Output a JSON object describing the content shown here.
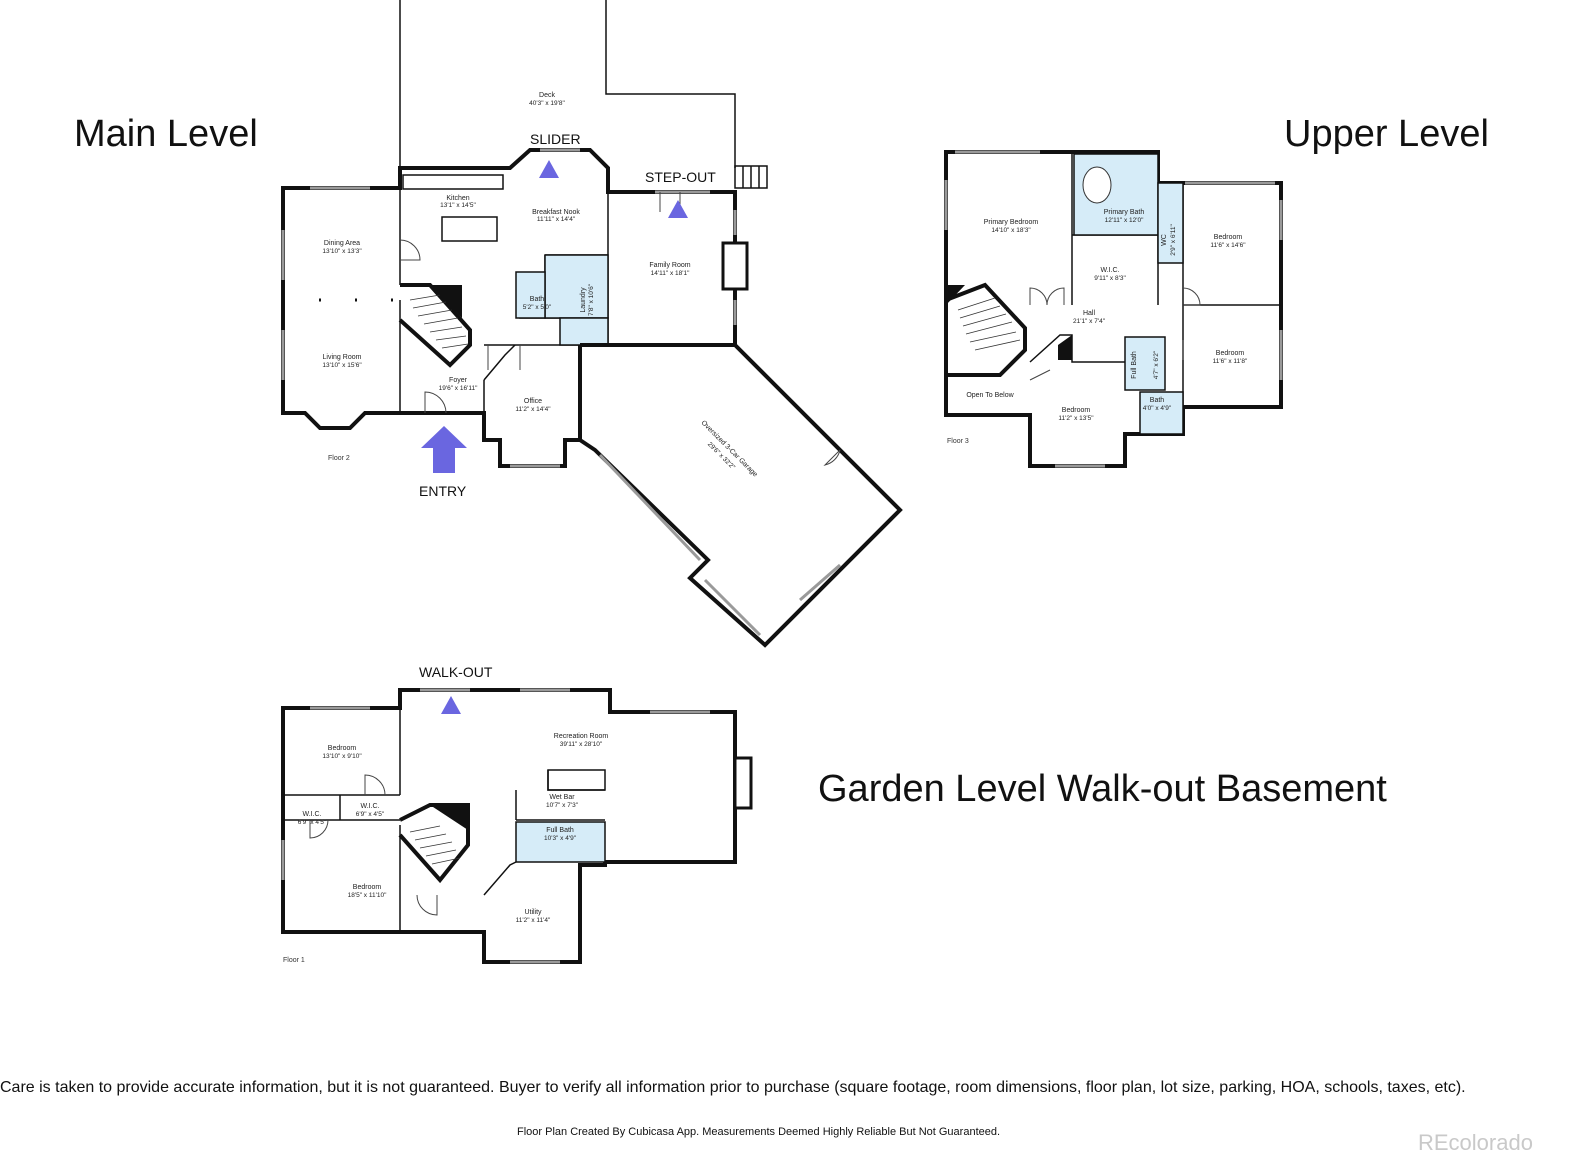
{
  "levels": {
    "main": "Main Level",
    "upper": "Upper Level",
    "garden": "Garden Level Walk-out Basement"
  },
  "markers": {
    "slider": "SLIDER",
    "step_out": "STEP-OUT",
    "entry": "ENTRY",
    "walk_out": "WALK-OUT"
  },
  "floor_labels": {
    "main": "Floor 2",
    "upper": "Floor 3",
    "garden": "Floor 1"
  },
  "rooms": {
    "main": {
      "deck": {
        "name": "Deck",
        "dim": "40'3\" x 19'8\""
      },
      "kitchen": {
        "name": "Kitchen",
        "dim": "13'1\" x 14'5\""
      },
      "breakfast_nook": {
        "name": "Breakfast Nook",
        "dim": "11'11\" x 14'4\""
      },
      "dining_area": {
        "name": "Dining Area",
        "dim": "13'10\" x 13'3\""
      },
      "family_room": {
        "name": "Family Room",
        "dim": "14'11\" x 18'1\""
      },
      "laundry": {
        "name": "Laundry",
        "dim": "7'8\" x 10'6\""
      },
      "bath": {
        "name": "Bath",
        "dim": "5'2\" x 5'0\""
      },
      "living_room": {
        "name": "Living Room",
        "dim": "13'10\" x 15'6\""
      },
      "foyer": {
        "name": "Foyer",
        "dim": "19'6\" x 16'11\""
      },
      "office": {
        "name": "Office",
        "dim": "11'2\" x 14'4\""
      },
      "garage": {
        "name": "Oversized 3-Car Garage",
        "dim": "29'6\" x 32'2\""
      }
    },
    "upper": {
      "primary_bedroom": {
        "name": "Primary Bedroom",
        "dim": "14'10\" x 18'3\""
      },
      "primary_bath": {
        "name": "Primary Bath",
        "dim": "12'11\" x 12'0\""
      },
      "wc": {
        "name": "WC",
        "dim": "2'9\" x 6'11\""
      },
      "bedroom_ne": {
        "name": "Bedroom",
        "dim": "11'6\" x 14'6\""
      },
      "wic": {
        "name": "W.I.C.",
        "dim": "9'11\" x 8'3\""
      },
      "hall": {
        "name": "Hall",
        "dim": "21'1\" x 7'4\""
      },
      "full_bath": {
        "name": "Full Bath",
        "dim": "4'7\" x 6'2\""
      },
      "bedroom_e": {
        "name": "Bedroom",
        "dim": "11'6\" x 11'8\""
      },
      "open_to_below": {
        "name": "Open To Below"
      },
      "bedroom_s": {
        "name": "Bedroom",
        "dim": "11'2\" x 13'5\""
      },
      "bath": {
        "name": "Bath",
        "dim": "4'0\" x 4'9\""
      }
    },
    "garden": {
      "bedroom_n": {
        "name": "Bedroom",
        "dim": "13'10\" x 9'10\""
      },
      "recreation_room": {
        "name": "Recreation Room",
        "dim": "39'11\" x 28'10\""
      },
      "wet_bar": {
        "name": "Wet Bar",
        "dim": "10'7\" x 7'3\""
      },
      "wic_a": {
        "name": "W.I.C.",
        "dim": "6'9\" x 4'5\""
      },
      "wic_b": {
        "name": "W.I.C.",
        "dim": "6'9\" x 4'5\""
      },
      "full_bath": {
        "name": "Full Bath",
        "dim": "10'3\" x 4'9\""
      },
      "bedroom_s": {
        "name": "Bedroom",
        "dim": "18'5\" x 11'10\""
      },
      "utility": {
        "name": "Utility",
        "dim": "11'2\" x 11'4\""
      }
    }
  },
  "footer": {
    "disclaimer": "Care is taken to provide accurate information, but it is not guaranteed. Buyer to verify all information prior to purchase (square footage, room dimensions, floor plan, lot size, parking, HOA, schools, taxes, etc).",
    "credit": "Floor Plan Created By Cubicasa App. Measurements Deemed Highly Reliable But Not Guaranteed.",
    "watermark": "REcolorado"
  },
  "colors": {
    "arrow": "#6a66e0",
    "bath_fill": "#d6ecf8",
    "wall": "#111111"
  }
}
